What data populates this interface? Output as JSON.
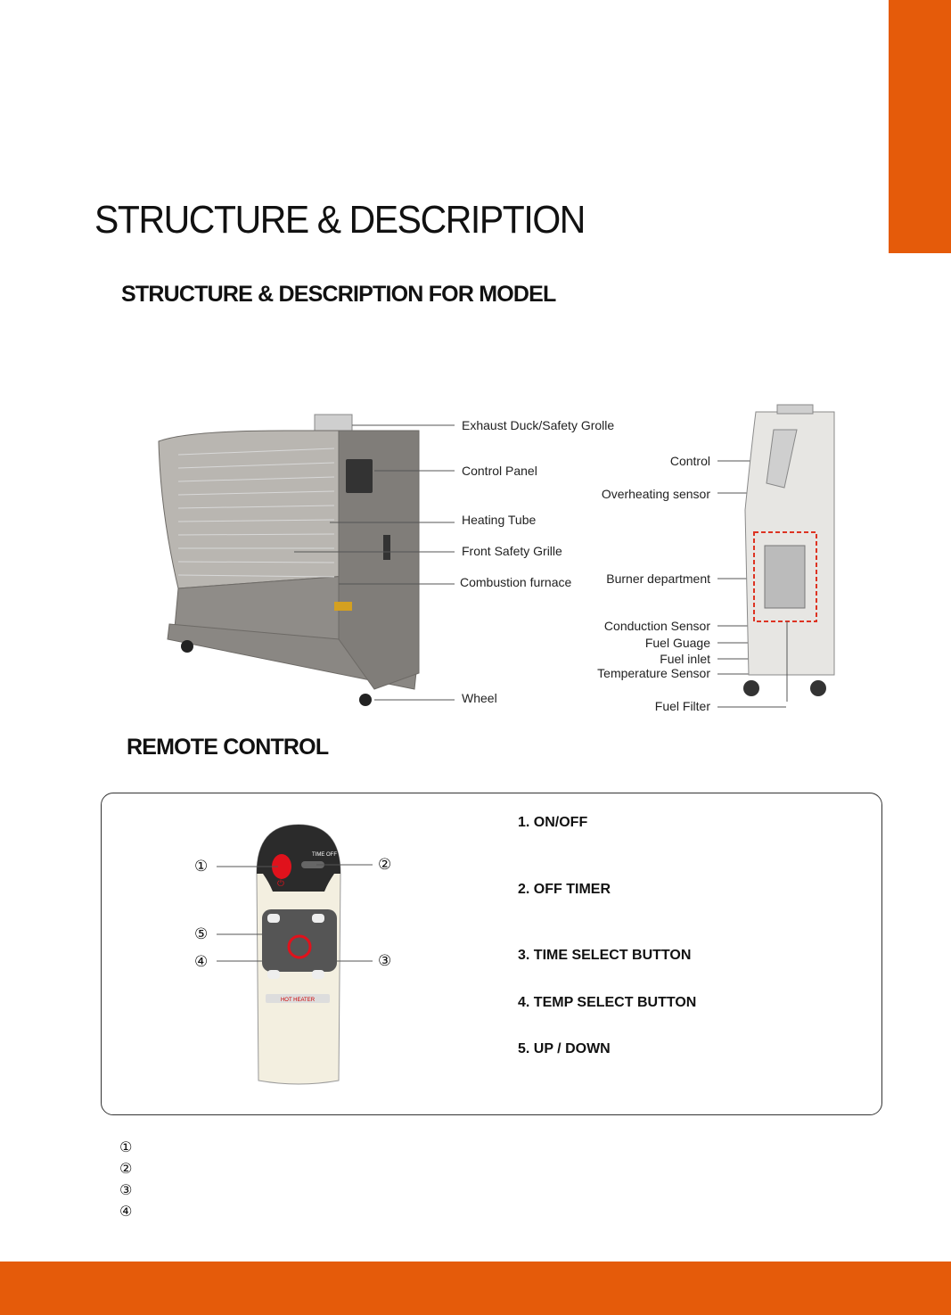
{
  "colors": {
    "accent": "#e55b0a",
    "remote_body": "#f3efe0",
    "remote_top": "#2b2b2b",
    "power_red": "#e0121c",
    "heater_body": "#8f8c88"
  },
  "page": {
    "title": "STRUCTURE & DESCRIPTION",
    "section_model": "STRUCTURE & DESCRIPTION FOR MODEL",
    "section_remote": "REMOTE CONTROL"
  },
  "front_callouts": [
    "Exhaust Duck/Safety Grolle",
    "Control Panel",
    "Heating Tube",
    "Front Safety Grille",
    "Combustion furnace",
    "Wheel"
  ],
  "side_callouts": [
    "Control",
    "Overheating sensor",
    "Burner department",
    "Conduction Sensor",
    "Fuel Guage",
    "Fuel inlet",
    "Temperature Sensor",
    "Fuel Filter"
  ],
  "remote": {
    "markers": [
      "①",
      "②",
      "③",
      "④",
      "⑤"
    ],
    "time_off_label": "TIME OFF",
    "brand_label": "HOT HEATER",
    "functions": [
      "1. ON/OFF",
      "2. OFF TIMER",
      "3. TIME SELECT BUTTON",
      "4. TEMP SELECT BUTTON",
      "5. UP / DOWN"
    ]
  },
  "notes": [
    "①",
    "②",
    "③",
    "④"
  ]
}
